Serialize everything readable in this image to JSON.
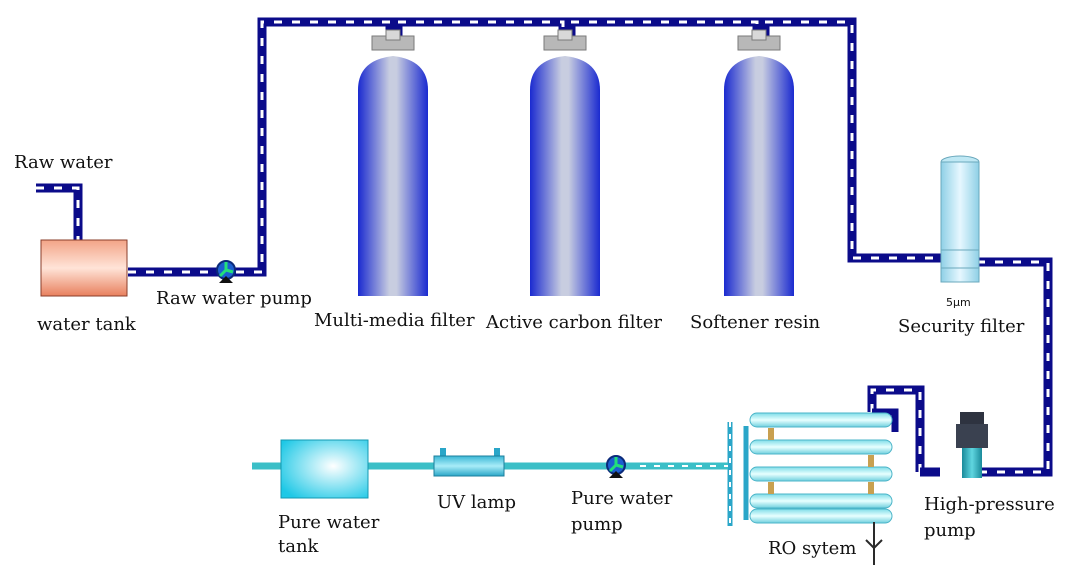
{
  "labels": {
    "raw_water": "Raw water",
    "water_tank": "water tank",
    "raw_water_pump": "Raw water pump",
    "multi_media_filter": "Multi-media filter",
    "active_carbon_filter": "Active carbon filter",
    "softener_resin": "Softener resin",
    "security_filter": "Security filter",
    "security_filter_rating": "5μm",
    "high_pressure_pump_line1": "High-pressure",
    "high_pressure_pump_line2": "pump",
    "ro_system": "RO sytem",
    "pure_water_pump_line1": "Pure water",
    "pure_water_pump_line2": "pump",
    "uv_lamp": "UV lamp",
    "pure_water_tank_line1": "Pure water",
    "pure_water_tank_line2": "tank"
  },
  "colors": {
    "raw_pipe": "#0b0b8a",
    "pure_pipe": "#3bbfc7",
    "tank_body": "#e89070",
    "vessel": "#3344cc",
    "ro_membrane": "#8fe6f0",
    "pure_tank": "#1ec8e6"
  }
}
